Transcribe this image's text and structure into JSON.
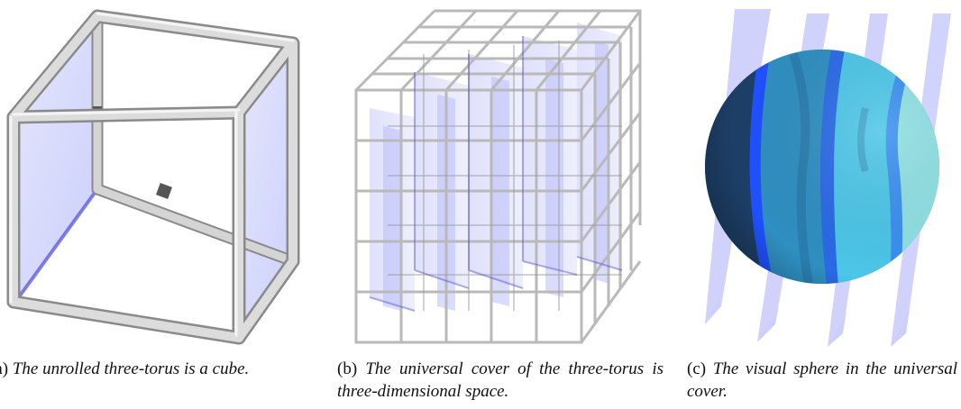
{
  "figures": [
    {
      "label": "(a)",
      "caption": "The unrolled three-torus is a cube."
    },
    {
      "label": "(b)",
      "caption": "The universal cover of the three-torus is three-dimensional space."
    },
    {
      "label": "(c)",
      "caption": "The visual sphere in the universal cover."
    }
  ],
  "colors": {
    "frame": "#c8c8c8",
    "frame_edge": "#8a8a8a",
    "wall": "#cfd2fb",
    "wall_edge": "#4d4ddb",
    "sphere_dark": "#1d3f67",
    "sphere_mid": "#2f8fc1",
    "sphere_light": "#8fe0e3",
    "sphere_blue": "#2050ff"
  },
  "icons": [
    "unrolled-cube-illustration",
    "lattice-cube-illustration",
    "visual-sphere-illustration"
  ]
}
